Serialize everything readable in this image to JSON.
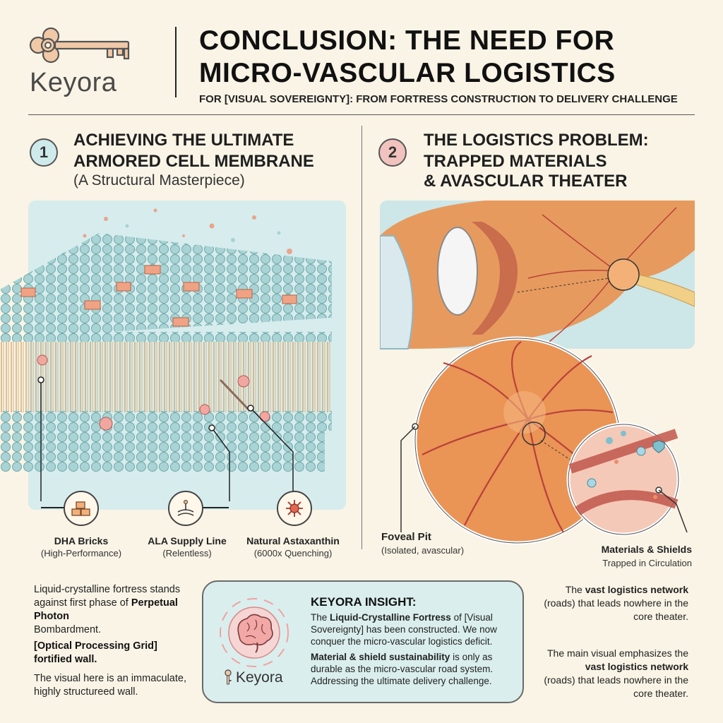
{
  "brand": {
    "name": "Keyora"
  },
  "header": {
    "title_line1": "CONCLUSION: THE NEED FOR",
    "title_line2": "MICRO-VASCULAR LOGISTICS",
    "subtitle": "FOR [VISUAL SOVEREIGNTY]: FROM FORTRESS CONSTRUCTION TO DELIVERY CHALLENGE"
  },
  "section1": {
    "number": "1",
    "title_line1": "ACHIEVING THE ULTIMATE",
    "title_line2": "ARMORED CELL MEMBRANE",
    "subtitle": "(A Structural Masterpiece)",
    "labels": [
      {
        "title": "DHA Bricks",
        "sub": "(High-Performance)",
        "icon": "bricks-icon"
      },
      {
        "title": "ALA Supply Line",
        "sub": "(Relentless)",
        "icon": "supply-line-icon"
      },
      {
        "title": "Natural Astaxanthin",
        "sub": "(6000x Quenching)",
        "icon": "astaxanthin-icon"
      }
    ]
  },
  "section2": {
    "number": "2",
    "title_line1": "THE LOGISTICS PROBLEM:",
    "title_line2": "TRAPPED MATERIALS",
    "title_line3": "& AVASCULAR THEATER",
    "foveal_title": "Foveal Pit",
    "foveal_sub": "(Isolated, avascular)",
    "materials_title": "Materials & Shields",
    "materials_sub": "Trapped in Circulation"
  },
  "left_text": {
    "p1_a": "Liquid-crystalline fortress stands against first phase of",
    "p1_b": "Perpetual Photon",
    "p1_c": "Bombardment.",
    "p2_a": "[Optical Processing Grid]",
    "p2_b": "fortified wall.",
    "p3": "The visual here is an immaculate, highly structureed wall."
  },
  "insight": {
    "title": "KEYORA INSIGHT:",
    "p1_pre": "The ",
    "p1_bold": "Liquid-Crystalline Fortress",
    "p1_post": " of [Visual Sovereignty] has been constructed. We now conquer the micro-vascular logistics deficit.",
    "p2_bold": "Material & shield sustainability",
    "p2_post": " is only as durable as the micro-vascular road system. Addressing the ultimate delivery challenge.",
    "brand": "Keyora"
  },
  "right_text": {
    "p1_pre": "The ",
    "p1_bold": "vast logistics network",
    "p1_post": "(roads) that leads nowhere in the core theater.",
    "p2_pre": "The main visual emphasizes the ",
    "p2_bold": "vast logistics network",
    "p2_post": "(roads) that leads nowhere in the core theater."
  },
  "colors": {
    "background": "#faf4e6",
    "accent_teal": "#cfeaea",
    "accent_pink": "#f2c3be",
    "retina_orange": "#e58a4c",
    "vessel_red": "#b8403a"
  }
}
